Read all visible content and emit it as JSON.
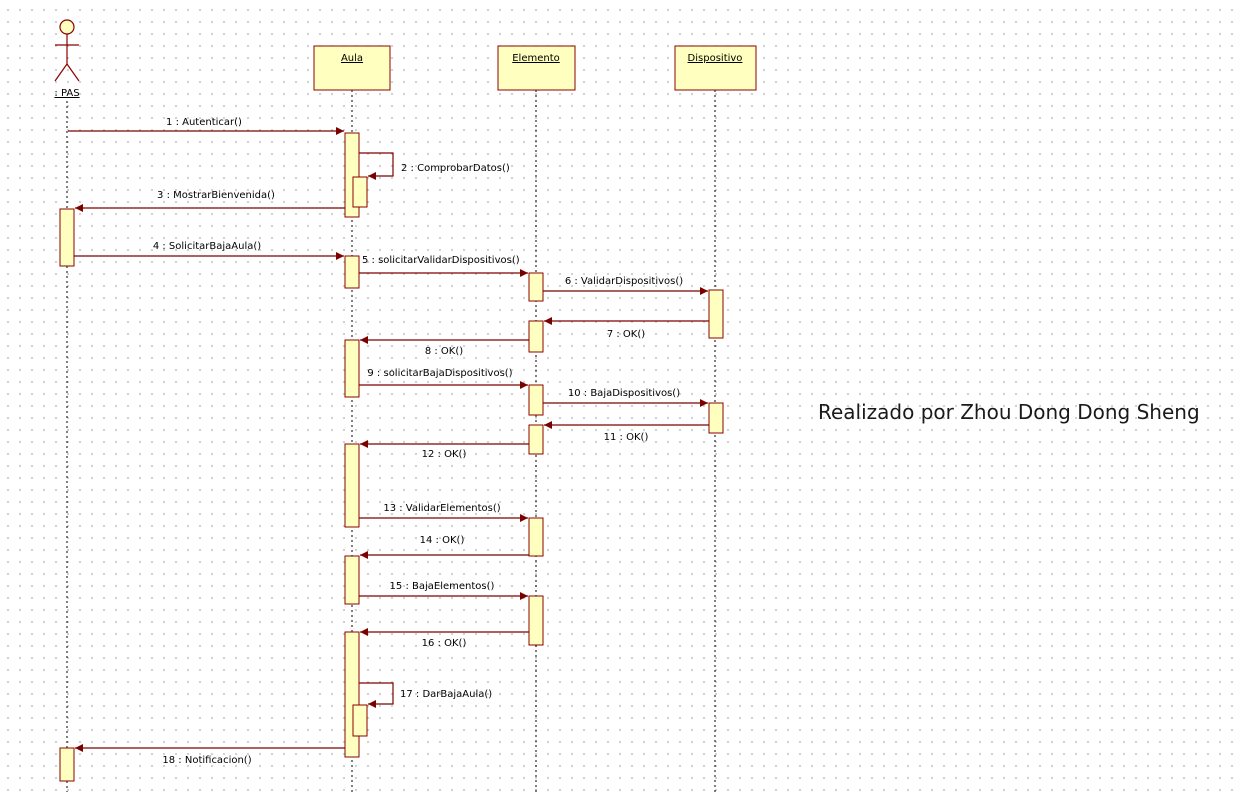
{
  "diagram": {
    "actor": {
      "name": ": PAS"
    },
    "lifelines": [
      {
        "id": "aula",
        "name": "Aula"
      },
      {
        "id": "elemento",
        "name": "Elemento"
      },
      {
        "id": "dispositivo",
        "name": "Dispositivo"
      }
    ],
    "messages": [
      {
        "from": "actor",
        "to": "aula",
        "label": "1 : Autenticar()"
      },
      {
        "from": "aula",
        "to": "aula",
        "label": "2 : ComprobarDatos()",
        "self": true
      },
      {
        "from": "aula",
        "to": "actor",
        "label": "3 : MostrarBienvenida()"
      },
      {
        "from": "actor",
        "to": "aula",
        "label": "4 : SolicitarBajaAula()"
      },
      {
        "from": "aula",
        "to": "elemento",
        "label": "5 : solicitarValidarDispositivos()"
      },
      {
        "from": "elemento",
        "to": "dispositivo",
        "label": "6 : ValidarDispositivos()"
      },
      {
        "from": "dispositivo",
        "to": "elemento",
        "label": "7 : OK()"
      },
      {
        "from": "elemento",
        "to": "aula",
        "label": "8 : OK()"
      },
      {
        "from": "aula",
        "to": "elemento",
        "label": "9 : solicitarBajaDispositivos()"
      },
      {
        "from": "elemento",
        "to": "dispositivo",
        "label": "10 : BajaDispositivos()"
      },
      {
        "from": "dispositivo",
        "to": "elemento",
        "label": "11 : OK()"
      },
      {
        "from": "elemento",
        "to": "aula",
        "label": "12 : OK()"
      },
      {
        "from": "aula",
        "to": "elemento",
        "label": "13 : ValidarElementos()"
      },
      {
        "from": "elemento",
        "to": "aula",
        "label": "14 : OK()"
      },
      {
        "from": "aula",
        "to": "elemento",
        "label": "15 : BajaElementos()"
      },
      {
        "from": "elemento",
        "to": "aula",
        "label": "16 : OK()"
      },
      {
        "from": "aula",
        "to": "aula",
        "label": "17 : DarBajaAula()",
        "self": true
      },
      {
        "from": "aula",
        "to": "actor",
        "label": "18 : Notificacion()"
      }
    ],
    "credit": "Realizado por Zhou Dong Dong Sheng",
    "colors": {
      "object_fill": "#ffffc0",
      "object_stroke": "#8b0000",
      "activation_fill": "#ffffc0",
      "activation_stroke": "#8b0000",
      "message_line": "#7b0000",
      "lifeline": "#000000"
    }
  }
}
